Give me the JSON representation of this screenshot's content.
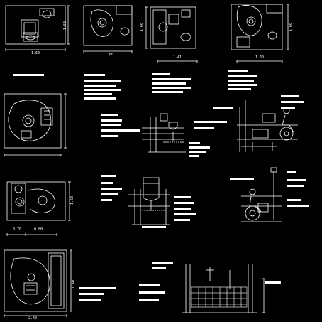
{
  "drawing": {
    "dimension_labels": {
      "p1_width": "1.60",
      "p1_height": "1.60",
      "p2_width": "1.60",
      "p3_width": "1.41",
      "p3_height": "1.60",
      "p4_width": "1.60",
      "p4_height": "1.60",
      "p6_left": "0.70",
      "p6_right": "0.80",
      "p6_height": "1.60",
      "p8_width": "2.40",
      "p8_height": "1.40"
    },
    "colors": {
      "background": "#000000",
      "lines": "#ffffff",
      "hatch": "#c8c8c8"
    }
  }
}
